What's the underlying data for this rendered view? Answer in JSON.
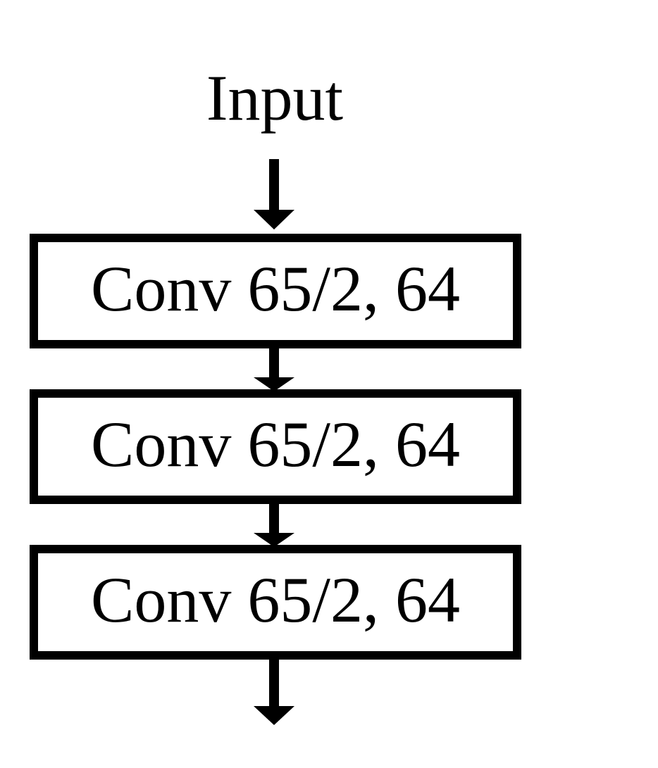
{
  "diagram": {
    "input_label": "Input",
    "blocks": [
      {
        "label": "Conv 65/2, 64"
      },
      {
        "label": "Conv 65/2, 64"
      },
      {
        "label": "Conv 65/2, 64"
      }
    ],
    "colors": {
      "stroke": "#000000",
      "background": "#ffffff"
    }
  }
}
